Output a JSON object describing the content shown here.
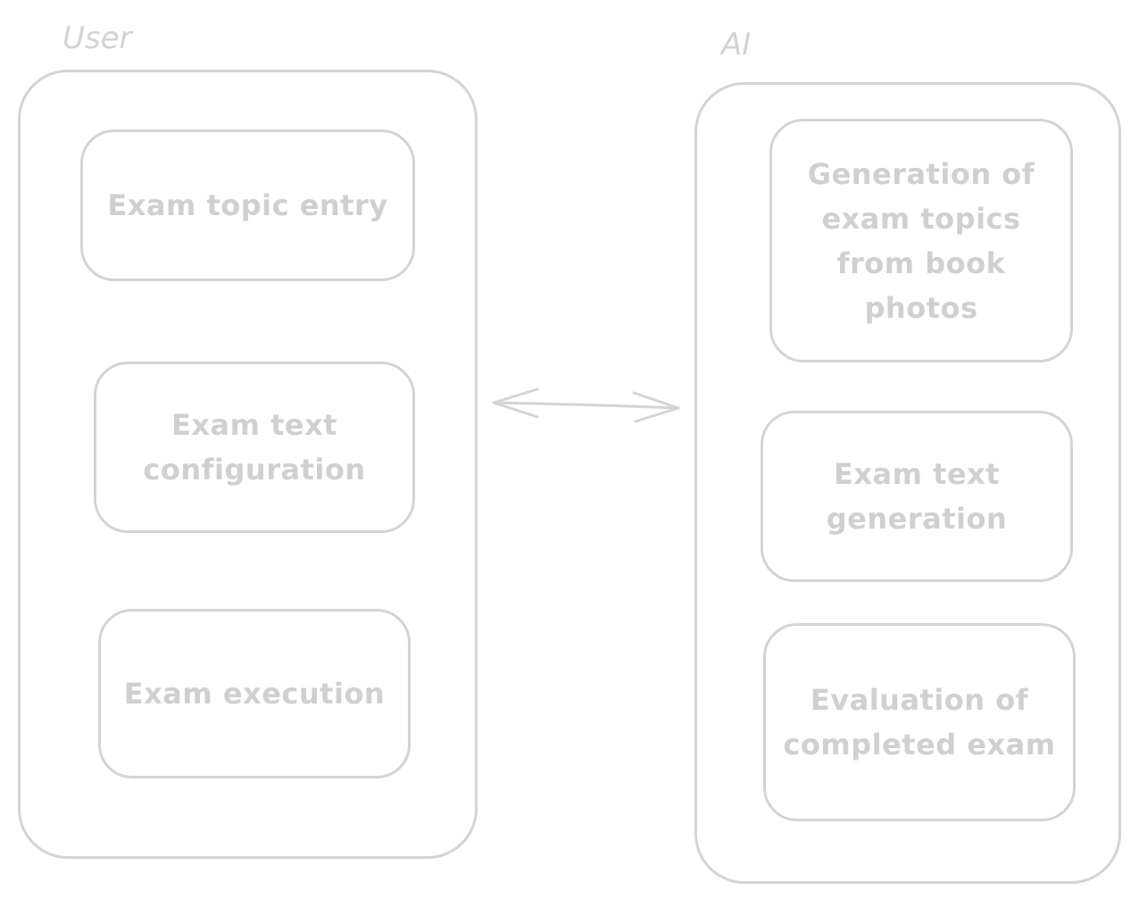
{
  "diagram": {
    "groups": [
      {
        "label": "User",
        "nodes": [
          "Exam topic entry",
          "Exam text\nconfiguration",
          "Exam execution"
        ]
      },
      {
        "label": "AI",
        "nodes": [
          "Generation of\nexam topics\nfrom book\nphotos",
          "Exam text\ngeneration",
          "Evaluation of\ncompleted exam"
        ]
      }
    ],
    "connector": "bidirectional-arrow"
  },
  "colors": {
    "stroke": "#d4d4d4",
    "text": "#d0d0d0",
    "background": "#ffffff"
  }
}
